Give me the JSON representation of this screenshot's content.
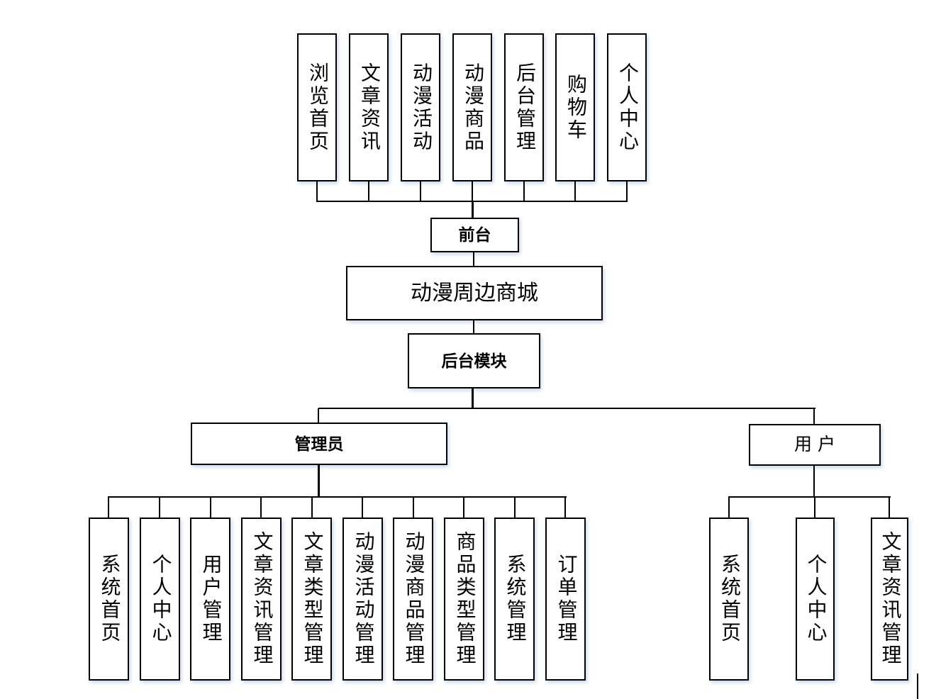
{
  "nodes": {
    "root_label": "动漫周边商城",
    "front_label": "前台",
    "backend_label": "后台模块",
    "admin_label": "管理员",
    "user_label": "用户"
  },
  "front_modules": [
    "浏览首页",
    "文章资讯",
    "动漫活动",
    "动漫商品",
    "后台管理",
    "购物车",
    "个人中心"
  ],
  "admin_modules": [
    "系统首页",
    "个人中心",
    "用户管理",
    "文章资讯管理",
    "文章类型管理",
    "动漫活动管理",
    "动漫商品管理",
    "商品类型管理",
    "系统管理",
    "订单管理"
  ],
  "user_modules": [
    "系统首页",
    "个人中心",
    "文章资讯管理"
  ],
  "colors": {
    "background": "#ffffff",
    "line": "#000000",
    "box_border": "#000000",
    "box_fill": "#ffffff",
    "text": "#000000",
    "shadow": "#bccbe2"
  }
}
